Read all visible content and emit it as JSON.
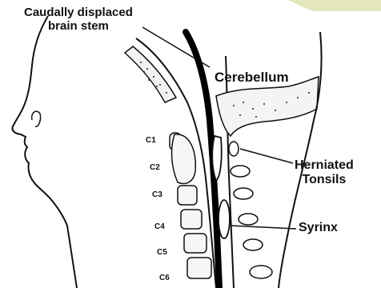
{
  "labels": {
    "brain_stem_line1": "Caudally displaced",
    "brain_stem_line2": "brain stem",
    "cerebellum": "Cerebellum",
    "tonsils_line1": "Herniated",
    "tonsils_line2": "Tonsils",
    "syrinx": "Syrinx"
  },
  "vertebrae": [
    "C1",
    "C2",
    "C3",
    "C4",
    "C5",
    "C6"
  ],
  "colors": {
    "line": "#111111",
    "corner_accent": "#e3e7b9",
    "background": "#ffffff"
  }
}
